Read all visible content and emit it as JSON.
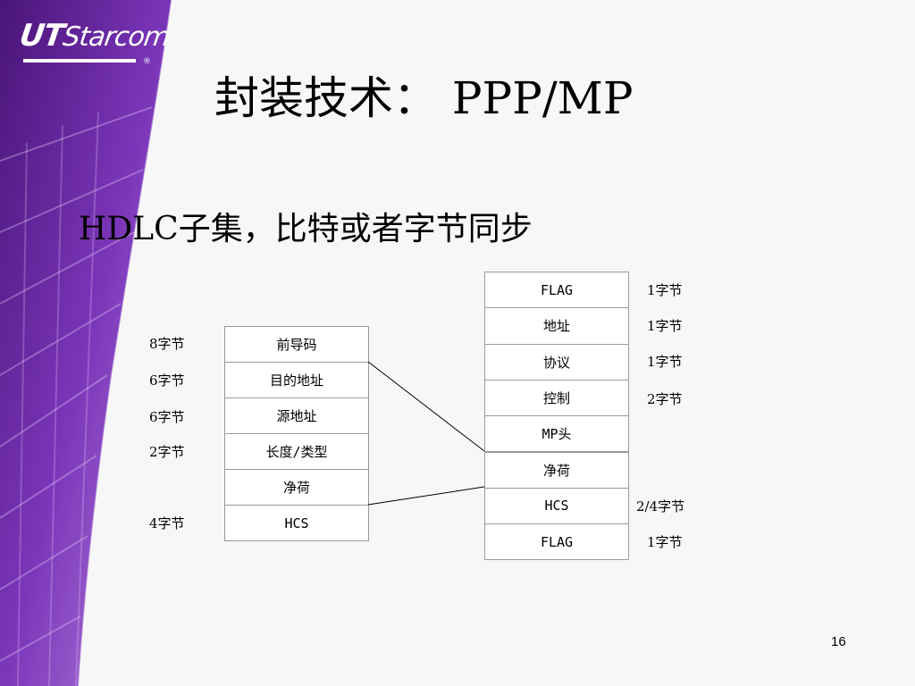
{
  "logo": {
    "brand_ut": "UT",
    "brand_rest": "Starcom",
    "registered": "®"
  },
  "title": "封装技术： PPP/MP",
  "subtitle": "HDLC子集，比特或者字节同步",
  "left_frame": {
    "fields": [
      {
        "name": "前导码",
        "size": "8字节"
      },
      {
        "name": "目的地址",
        "size": "6字节"
      },
      {
        "name": "源地址",
        "size": "6字节"
      },
      {
        "name": "长度/类型",
        "size": "2字节"
      },
      {
        "name": "净荷",
        "size": ""
      },
      {
        "name": "HCS",
        "size": "4字节"
      }
    ]
  },
  "right_frame": {
    "fields": [
      {
        "name": "FLAG",
        "size": "1字节"
      },
      {
        "name": "地址",
        "size": "1字节"
      },
      {
        "name": "协议",
        "size": "1字节"
      },
      {
        "name": "控制",
        "size": "2字节"
      },
      {
        "name": "MP头",
        "size": ""
      },
      {
        "name": "净荷",
        "size": ""
      },
      {
        "name": "HCS",
        "size": "2/4字节"
      },
      {
        "name": "FLAG",
        "size": "1字节"
      }
    ]
  },
  "page_number": "16",
  "colors": {
    "band_dark": "#5a1f8f",
    "band_light": "#a060d0",
    "background": "#f7f7f7"
  }
}
